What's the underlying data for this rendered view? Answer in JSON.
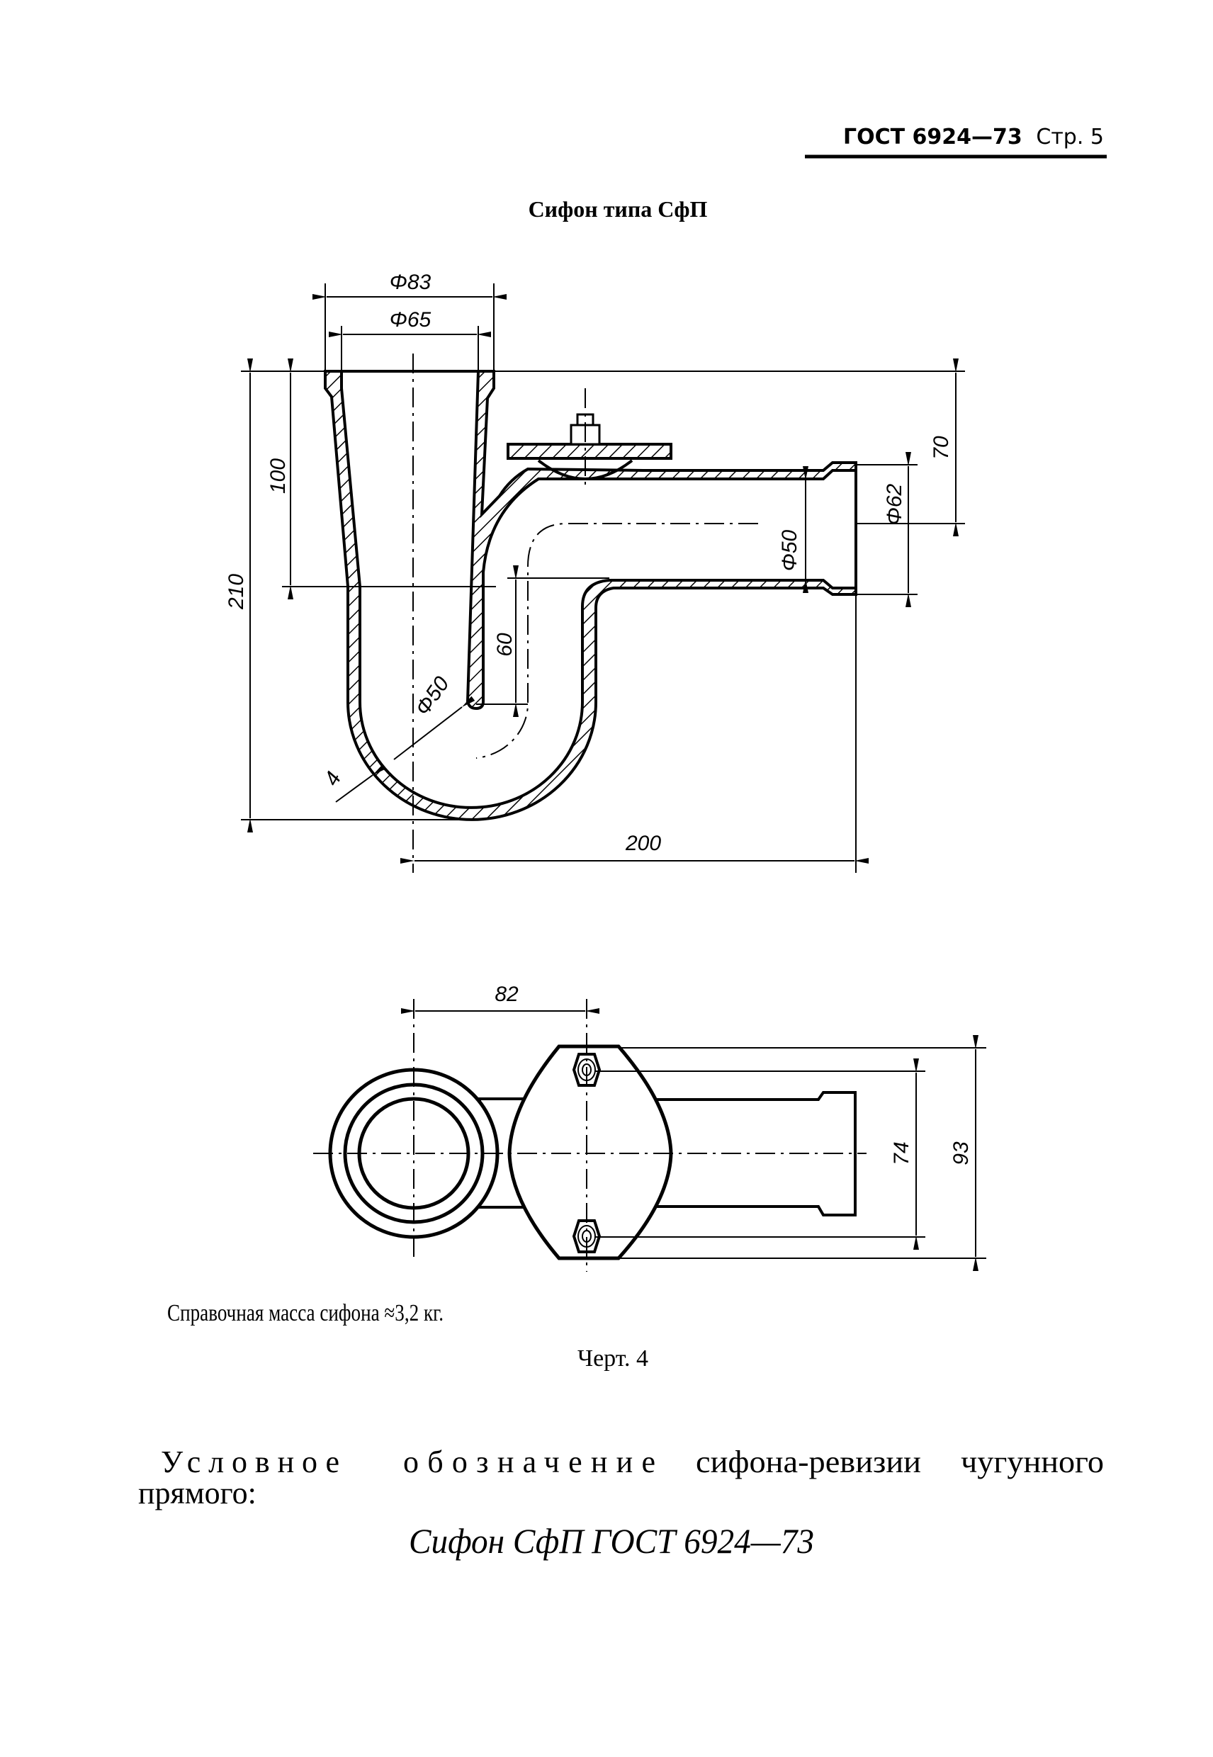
{
  "header": {
    "code": "ГОСТ 6924—73",
    "page": "Стр. 5"
  },
  "title": "Сифон типа СфП",
  "section_view": {
    "d_outer_socket": "Φ83",
    "d_inner_socket": "Φ65",
    "h_socket_depth": "100",
    "h_total": "210",
    "h_outlet_axis": "70",
    "d_outlet_socket": "Φ62",
    "d_outlet": "Φ50",
    "h_seal": "60",
    "w_total": "200",
    "d_bend": "Φ50",
    "wall": "4"
  },
  "plan_view": {
    "w_axis": "82",
    "h_bolts": "74",
    "h_flange": "93"
  },
  "mass_note": "Справочная масса сифона ≈3,2 кг.",
  "figure_caption": "Черт. 4",
  "designation": {
    "words": [
      "Условное",
      "обозначение",
      "сифона-ревизии",
      "чугунного"
    ],
    "line2": "прямого:",
    "example": "Сифон СфП ГОСТ 6924—73"
  }
}
